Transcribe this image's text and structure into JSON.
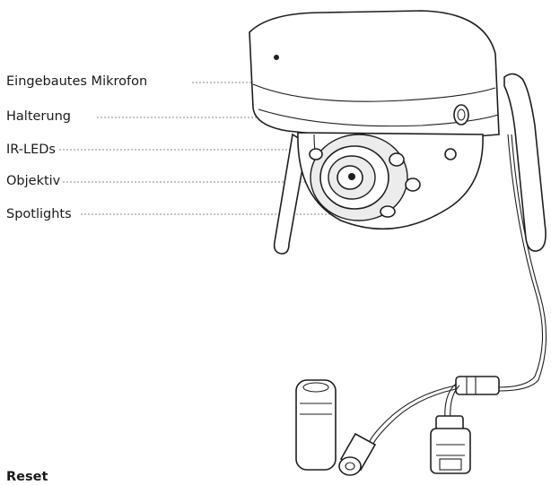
{
  "labels": {
    "mic": "Eingebautes Mikrofon",
    "mount": "Halterung",
    "ir_leds": "IR-LEDs",
    "lens": "Objektiv",
    "spotlights": "Spotlights",
    "reset": "Reset"
  },
  "colors": {
    "ink": "#1f1f1f",
    "leader": "#888888",
    "shade": "#ececec"
  }
}
